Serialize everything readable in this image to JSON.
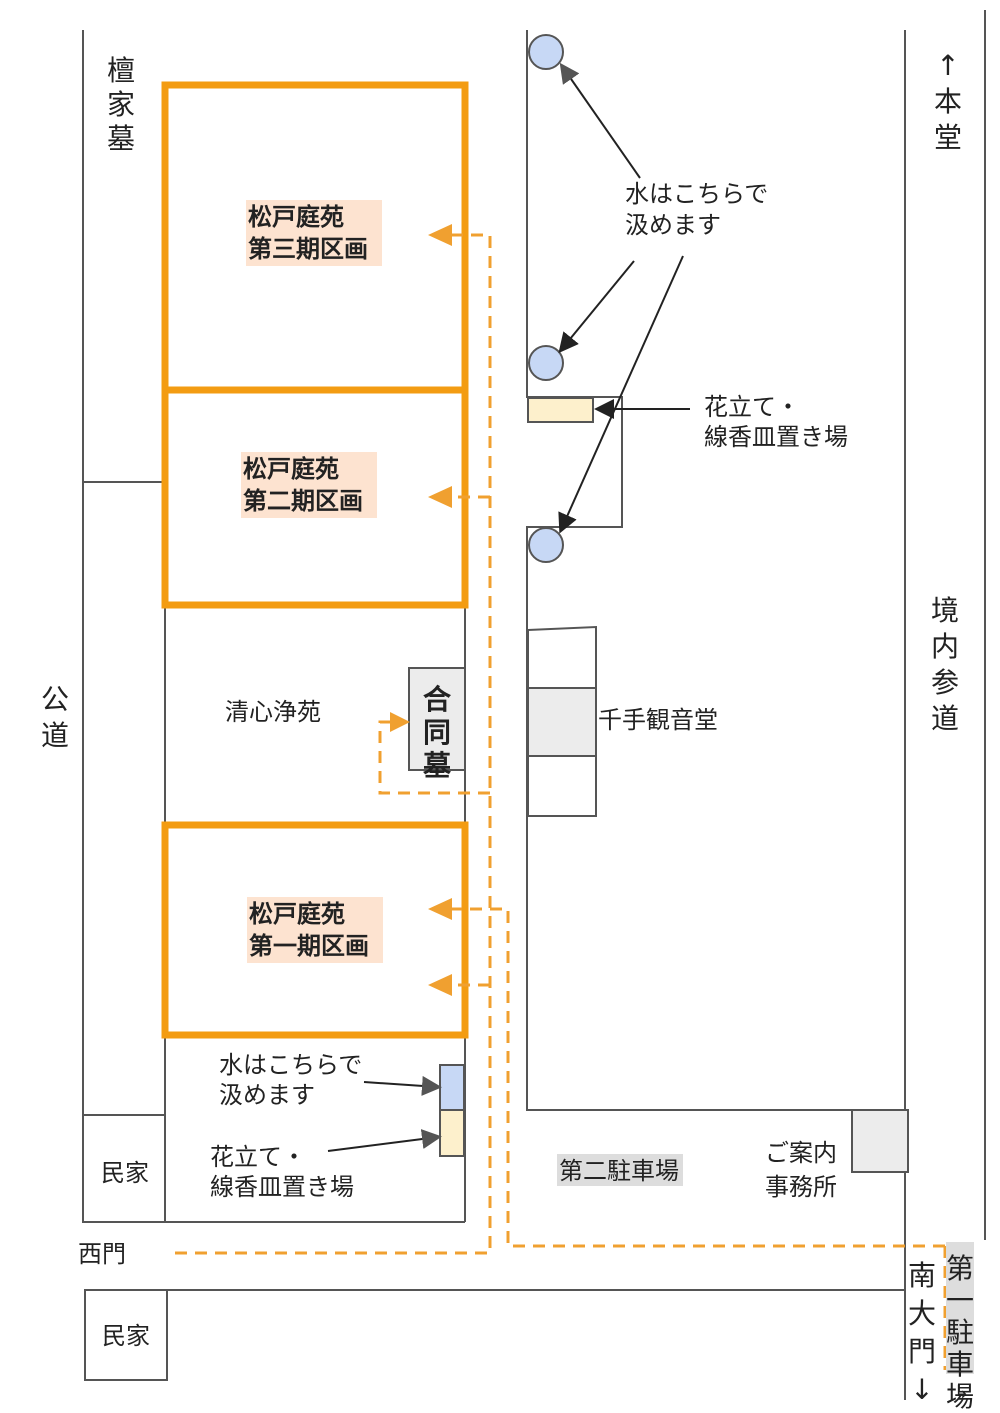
{
  "labels": {
    "danke": "檀家墓",
    "honzo": "↑本堂",
    "keidai": "境内参道",
    "koudo": "公道",
    "section3": [
      "松戸庭苑",
      "第三期区画"
    ],
    "section2": [
      "松戸庭苑",
      "第二期区画"
    ],
    "section1": [
      "松戸庭苑",
      "第一期区画"
    ],
    "seishin": "清心浄苑",
    "goudou": "合同墓",
    "senju": "千手観音堂",
    "water_top": [
      "水はこちらで",
      "汲めます"
    ],
    "flower_top": [
      "花立て・",
      "線香皿置き場"
    ],
    "water_bottom": [
      "水はこちらで",
      "汲めます"
    ],
    "flower_bottom": [
      "花立て・",
      "線香皿置き場"
    ],
    "minka1": "民家",
    "minka2": "民家",
    "nishimon": "西門",
    "parking2": "第二駐車場",
    "info": [
      "ご案内",
      "事務所"
    ],
    "nandaimon": "南大門↓",
    "parking1": "第一駐車場",
    "parking1_arrow": "↳"
  },
  "icons": [
    "water-tap-icon",
    "flower-stand-icon",
    "arrow-icon"
  ],
  "colors": {
    "orange": "#f39c12",
    "route": "#f0a030",
    "water": "#c7d8f5",
    "flower": "#fdf0cc",
    "label_bg": "#fde3d0",
    "parking_bg": "#dddddd"
  }
}
